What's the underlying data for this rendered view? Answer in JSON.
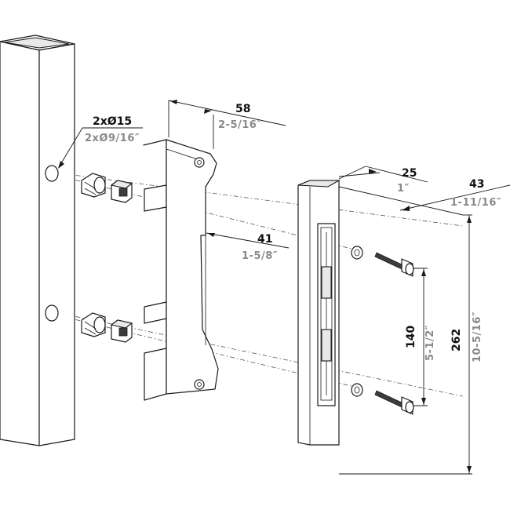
{
  "dimensions": {
    "hole": {
      "metric": "2xØ15",
      "imperial": "2xØ9/16″"
    },
    "bracket_width": {
      "metric": "58",
      "imperial": "2-5/16″"
    },
    "bracket_offset": {
      "metric": "41",
      "imperial": "1-5/8″"
    },
    "lock_width": {
      "metric": "25",
      "imperial": "1″"
    },
    "lock_depth": {
      "metric": "43",
      "imperial": "1-11/16″"
    },
    "screw_spacing": {
      "metric": "140",
      "imperial": "5-1/2″"
    },
    "lock_height": {
      "metric": "262",
      "imperial": "10-5/16″"
    }
  }
}
